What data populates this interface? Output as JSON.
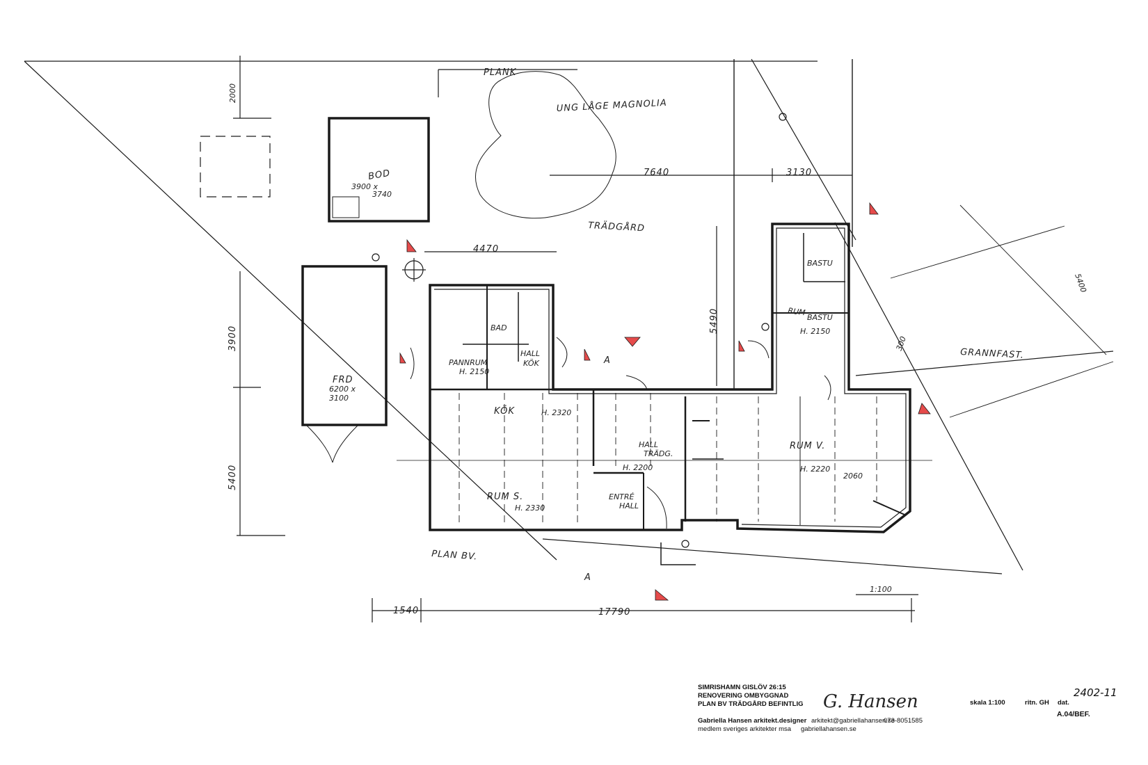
{
  "labels": {
    "plank": "PLANK",
    "magnolia": "UNG LÅGE MAGNOLIA",
    "tradgard": "TRÄDGÅRD",
    "bod": "BOD",
    "bod_dim1": "3900 x",
    "bod_dim2": "3740",
    "frd": "FRD",
    "frd_dim1": "6200 x",
    "frd_dim2": "3100",
    "pannrum": "PANNRUM",
    "pannrum_h": "H. 2150",
    "hall_kok": "HALL",
    "kok_small": "KÖK",
    "bad": "BAD",
    "kok": "KÖK",
    "kok_h": "H. 2320",
    "hall_tradg1": "HALL",
    "hall_tradg2": "TRÄDG.",
    "hall_h": "H. 2200",
    "rum_v": "RUM V.",
    "rum_v_h": "H. 2220",
    "rum_v_h2": "2060",
    "rum_s": "RUM S.",
    "rum_s_h": "H. 2330",
    "entre1": "ENTRÉ",
    "entre2": "HALL",
    "bastu": "BASTU",
    "rum_bastu1": "RUM",
    "rum_bastu2": "BASTU",
    "rum_bastu_h": "H. 2150",
    "grannfast": "GRANNFAST.",
    "plan_bv": "PLAN BV.",
    "section_a1": "A",
    "section_a2": "A",
    "scale_note": "1:100"
  },
  "dimensions": {
    "d2000": "2000",
    "d7640": "7640",
    "d3130": "3130",
    "d4470": "4470",
    "d5490": "5490",
    "d3900": "3900",
    "d5400": "5400",
    "d1540": "1540",
    "d17790": "17790",
    "d5400_right": "5400",
    "d300": "300"
  },
  "title_block": {
    "line1": "SIMRISHAMN GISLÖV 26:15",
    "line2": "RENOVERING OMBYGGNAD",
    "line3": "PLAN BV TRÄDGÅRD BEFINTLIG",
    "scale": "skala 1:100",
    "ritn": "ritn. GH",
    "dat": "dat.",
    "date_hand": "2402-11",
    "drawing_no": "A.04/BEF.",
    "architect": "Gabriella Hansen arkitekt.designer",
    "email": "arkitekt@gabriellahansen.se",
    "phone": "073-8051585",
    "member": "medlem sveriges arkitekter msa",
    "web": "gabriellahansen.se",
    "signature": "G. Hansen"
  },
  "colors": {
    "ink": "#1a1a1a",
    "marker_red": "#e64b4b"
  }
}
